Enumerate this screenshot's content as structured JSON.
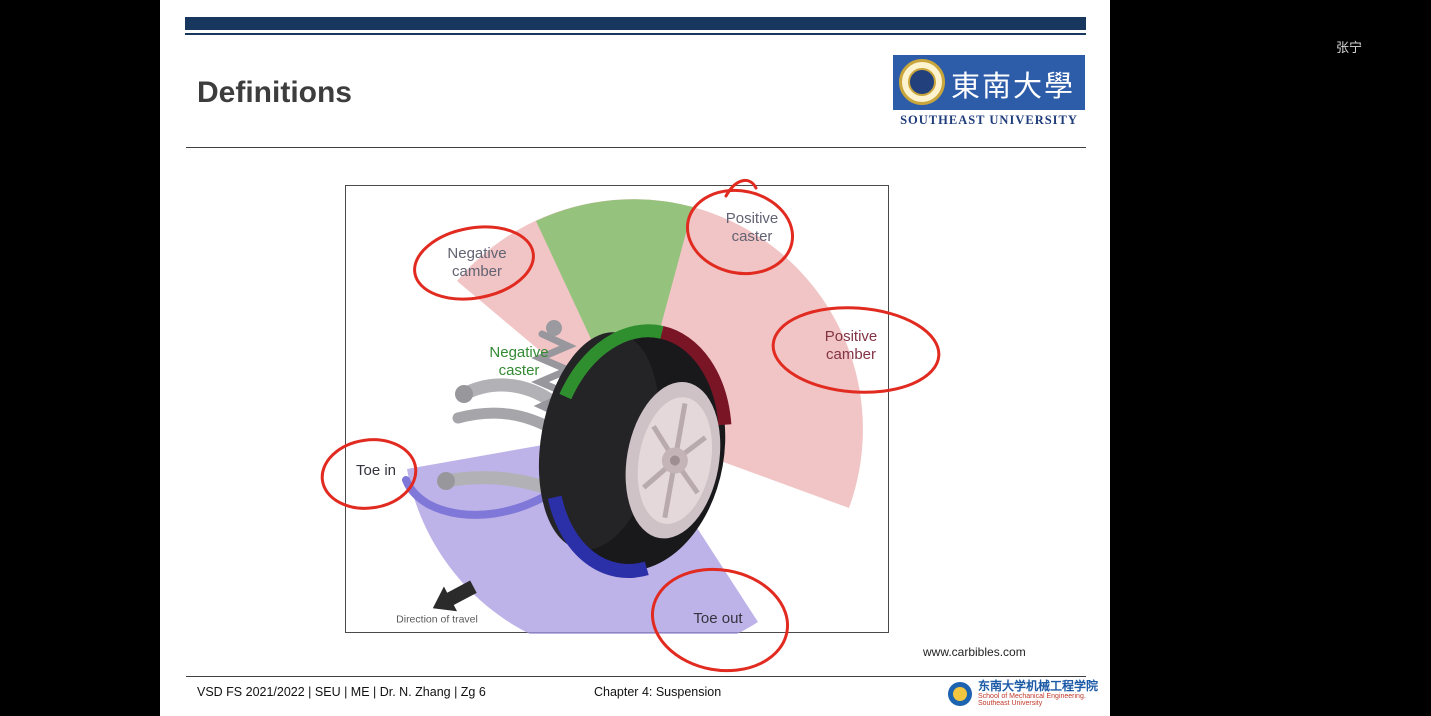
{
  "overlay": {
    "viewer_name": "张宁"
  },
  "slide": {
    "title": "Definitions",
    "logo": {
      "zh": "東南大學",
      "en": "SOUTHEAST UNIVERSITY"
    },
    "figure": {
      "labels": {
        "negative_camber": "Negative\ncamber",
        "positive_caster": "Positive\ncaster",
        "negative_caster": "Negative\ncaster",
        "positive_camber": "Positive\ncamber",
        "toe_in": "Toe in",
        "toe_out": "Toe out",
        "direction_of_travel": "Direction of travel"
      },
      "credit": "www.carbibles.com"
    },
    "footer": {
      "left": "VSD FS 2021/2022 | SEU | ME | Dr. N. Zhang | Zg 6",
      "center": "Chapter 4: Suspension",
      "school_zh": "东南大学机械工程学院",
      "school_en_line1": "School of Mechanical Engineering.",
      "school_en_line2": "Southeast University"
    },
    "colors": {
      "bar_blue": "#17375e",
      "camber_pink": "#e8a2a2",
      "caster_green": "#85c270",
      "toe_violet": "#a79ae0",
      "annotation_red": "#e12b20"
    }
  }
}
